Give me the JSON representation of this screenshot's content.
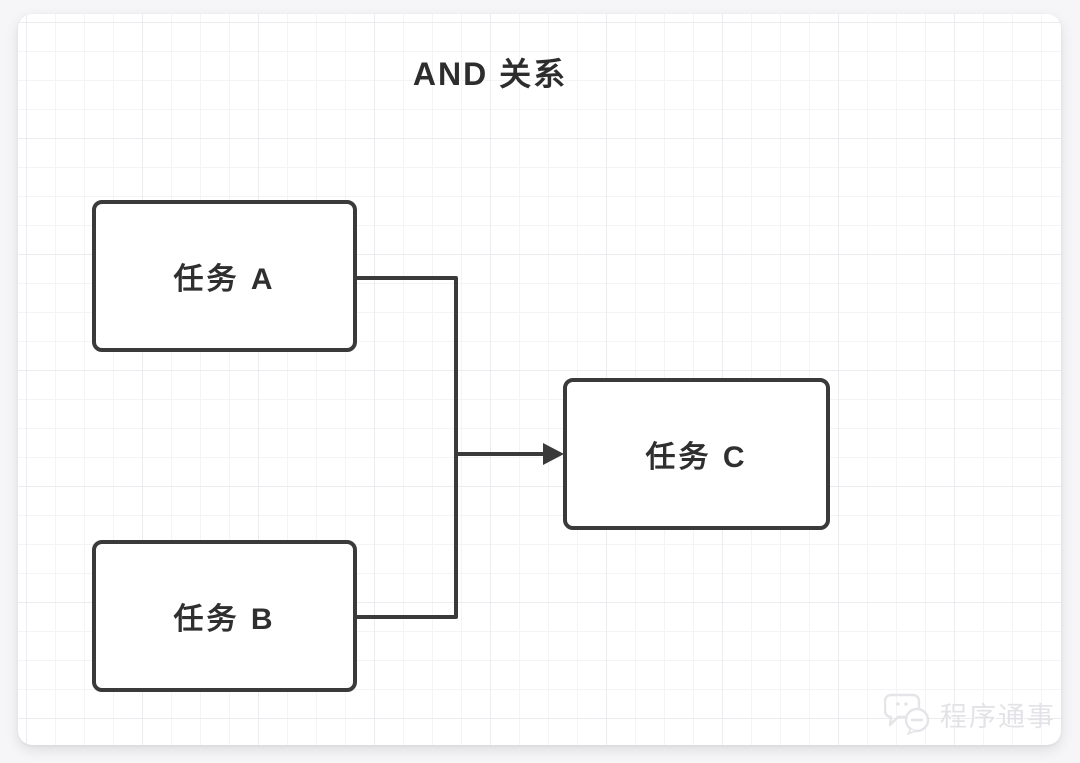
{
  "diagram": {
    "title": "AND 关系",
    "relation_type": "AND",
    "nodes": [
      {
        "id": "task-a",
        "label": "任务 A"
      },
      {
        "id": "task-b",
        "label": "任务 B"
      },
      {
        "id": "task-c",
        "label": "任务 C"
      }
    ],
    "edges": [
      {
        "from": "task-a",
        "to": "task-c",
        "join": "AND"
      },
      {
        "from": "task-b",
        "to": "task-c",
        "join": "AND"
      }
    ],
    "colors": {
      "stroke": "#3a3a3a",
      "node_fill": "#ffffff",
      "canvas_bg": "#ffffff",
      "grid_minor": "#f4f4f7",
      "grid_major": "#ebebf0",
      "title_text": "#2d2d2d",
      "watermark_text": "#e2e2e6"
    }
  },
  "watermark": {
    "icon": "chat-bubbles-icon",
    "text": "程序通事"
  }
}
